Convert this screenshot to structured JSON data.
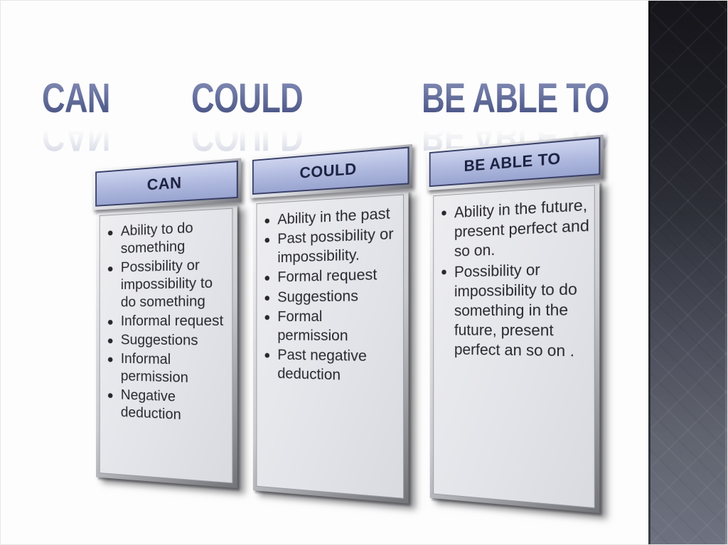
{
  "title": {
    "words": [
      "CAN",
      "COULD",
      "BE ABLE TO"
    ]
  },
  "cards": [
    {
      "header": "CAN",
      "bullets": [
        "Ability to do something",
        "Possibility or impossibility to do something",
        "Informal request",
        "Suggestions",
        "Informal permission",
        "Negative deduction"
      ]
    },
    {
      "header": "COULD",
      "bullets": [
        "Ability in the past",
        "Past possibility or impossibility.",
        "Formal request",
        "Suggestions",
        "Formal permission",
        "Past negative deduction"
      ]
    },
    {
      "header": "BE ABLE TO",
      "bullets": [
        "Ability in the future, present perfect and so on.",
        "Possibility or impossibility to do something in the future, present perfect an so on ."
      ]
    }
  ],
  "colors": {
    "slide-bg": "#fdfdfd",
    "title-top": "#8a93bb",
    "title-bottom": "#4f5a8a",
    "header-border": "#394068",
    "header-text": "#1c2240",
    "body-text": "#28282e",
    "strip-top": "#15151a",
    "strip-bottom": "#6e7280"
  }
}
